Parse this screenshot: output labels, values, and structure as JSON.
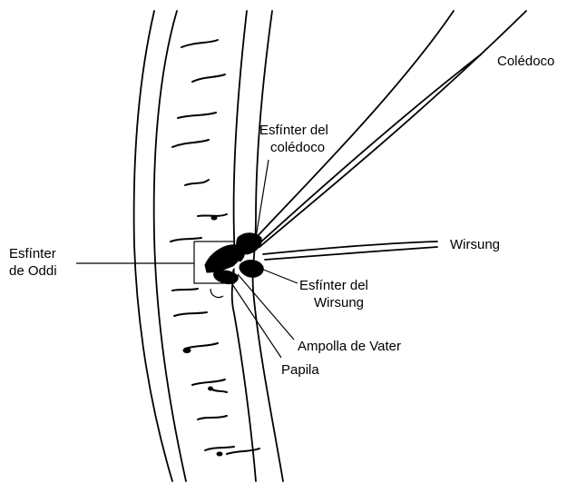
{
  "labels": {
    "coledoco": "Colédoco",
    "esfinter_coledoco_line1": "Esfínter del",
    "esfinter_coledoco_line2": "colédoco",
    "wirsung": "Wirsung",
    "esfinter_oddi_line1": "Esfínter",
    "esfinter_oddi_line2": "de Oddi",
    "esfinter_wirsung_line1": "Esfínter del",
    "esfinter_wirsung_line2": "Wirsung",
    "ampolla": "Ampolla de Vater",
    "papila": "Papila"
  },
  "colors": {
    "ink": "#000000",
    "background": "#ffffff"
  }
}
